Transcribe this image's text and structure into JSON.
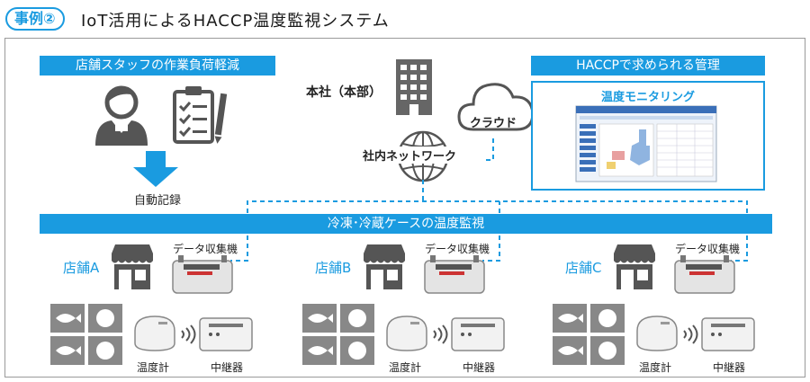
{
  "header": {
    "badge": "事例②",
    "title": "IoT活用によるHACCP温度監視システム"
  },
  "staff": {
    "banner": "店舗スタッフの作業負荷軽減",
    "auto_record": "自動記録"
  },
  "hq": {
    "label": "本社（本部）",
    "network": "社内ネットワーク",
    "cloud": "クラウド"
  },
  "haccp": {
    "banner": "HACCPで求められる管理",
    "monitor_title": "温度モニタリング"
  },
  "monitoring_banner": "冷凍･冷蔵ケースの温度監視",
  "stores": [
    {
      "name": "店舗A",
      "collector": "データ収集機",
      "sensor": "温度計",
      "relay": "中継器"
    },
    {
      "name": "店舗B",
      "collector": "データ収集機",
      "sensor": "温度計",
      "relay": "中継器"
    },
    {
      "name": "店舗C",
      "collector": "データ収集機",
      "sensor": "温度計",
      "relay": "中継器"
    }
  ],
  "colors": {
    "accent": "#1a9be0",
    "gray": "#9a9a9a",
    "dark": "#555555"
  }
}
